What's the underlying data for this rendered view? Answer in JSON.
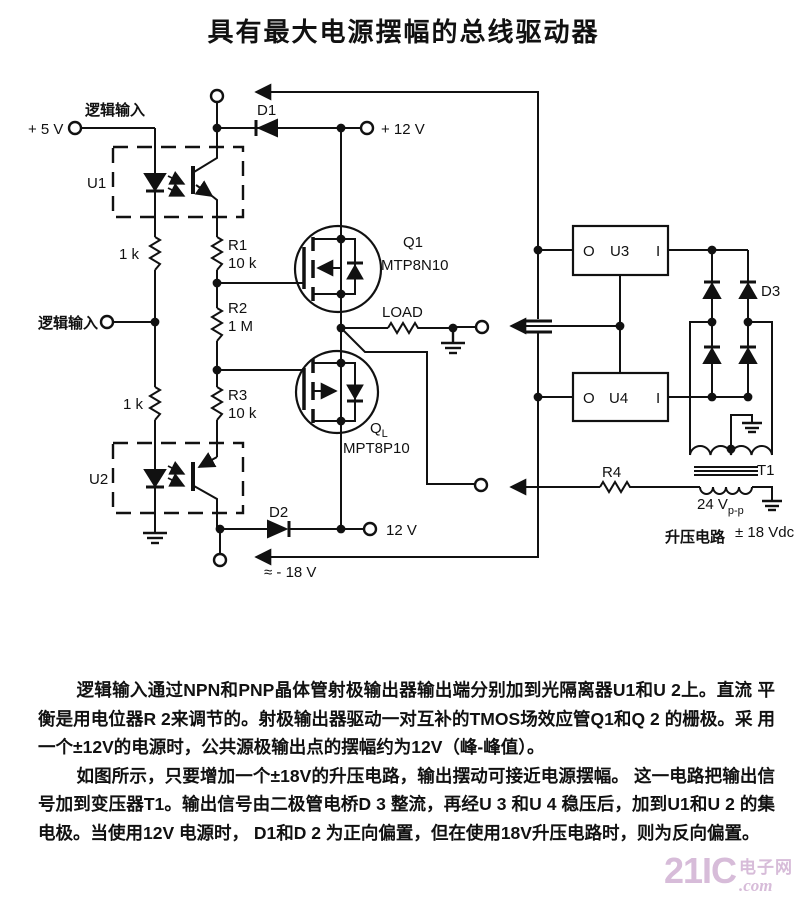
{
  "title": "具有最大电源摆幅的总线驱动器",
  "schematic": {
    "labels": {
      "logic_input_top": "逻辑输入",
      "plus5v": "+ 5 V",
      "logic_input_mid": "逻辑输入",
      "u1": "U1",
      "u2": "U2",
      "r1k_top": "1 k",
      "r1k_bottom": "1 k",
      "r1": "R1",
      "r1_val": "10 k",
      "r2": "R2",
      "r2_val": "1 M",
      "r3": "R3",
      "r3_val": "10 k",
      "d1": "D1",
      "d2": "D2",
      "d3": "D3",
      "plus12v": "+ 12 V",
      "minus12v": "12 V",
      "minus18v": "≈  - 18 V",
      "q1": "Q1",
      "q1_part": "MTP8N10",
      "ql_main": "Q",
      "ql_sub": "L",
      "ql_part": "MPT8P10",
      "load": "LOAD",
      "u3": "U3",
      "u3_o": "O",
      "u3_i": "I",
      "u4": "U4",
      "u4_o": "O",
      "u4_i": "I",
      "r4": "R4",
      "t1": "T1",
      "v24_main": "24 V",
      "v24_sub": "p-p",
      "boost": "升压电路",
      "vdc18": "± 18 Vdc"
    }
  },
  "paragraphs": {
    "p1": "逻辑输入通过NPN和PNP晶体管射极输出器输出端分别加到光隔离器U1和U 2上。直流 平衡是用电位器R 2来调节的。射极输出器驱动一对互补的TMOS场效应管Q1和Q 2 的栅极。采 用一个±12V的电源时，公共源极输出点的摆幅约为12V（峰-峰值）。",
    "p2": "如图所示，只要增加一个±18V的升压电路，输出摆动可接近电源摆幅。 这一电路把输出信号加到变压器T1。输出信号由二极管电桥D 3 整流，再经U 3 和U 4 稳压后，加到U1和U 2 的集电极。当使用12V 电源时， D1和D 2 为正向偏置，但在使用18V升压电路时，则为反向偏置。"
  },
  "watermark": {
    "brand": "21IC",
    "cn": "电子网",
    "com": ".com"
  },
  "colors": {
    "ink": "#111111",
    "watermark": "#d7bcd9"
  }
}
